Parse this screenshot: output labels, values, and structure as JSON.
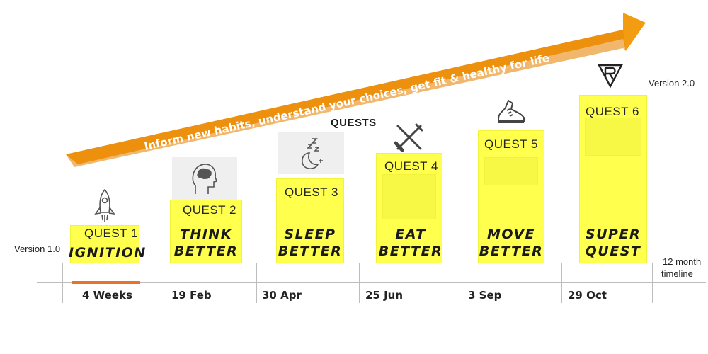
{
  "banner": {
    "text": "Inform new habits, understand your choices, get fit & healthy for life",
    "color": "#f39c12"
  },
  "heading": "QUESTS",
  "versions": {
    "start": "Version 1.0",
    "end": "Version 2.0"
  },
  "timeline_label": {
    "line1": "12 month",
    "line2": "timeline"
  },
  "accent_colors": {
    "sticky": "#ffff4d",
    "duration_bar": "#e8722a",
    "axis": "#bdbdbd"
  },
  "quests": [
    {
      "label": "QUEST 1",
      "line1": "IGNITION",
      "line2": "",
      "icon": "rocket-icon",
      "date": "4 Weeks"
    },
    {
      "label": "QUEST 2",
      "line1": "THINK",
      "line2": "BETTER",
      "icon": "brain-head-icon",
      "date": "19 Feb"
    },
    {
      "label": "QUEST 3",
      "line1": "SLEEP",
      "line2": "BETTER",
      "icon": "moon-sleep-icon",
      "date": "30 Apr"
    },
    {
      "label": "QUEST 4",
      "line1": "EAT",
      "line2": "BETTER",
      "icon": "fork-knife-icon",
      "date": "25 Jun"
    },
    {
      "label": "QUEST 5",
      "line1": "MOVE",
      "line2": "BETTER",
      "icon": "running-shoe-icon",
      "date": "3 Sep"
    },
    {
      "label": "QUEST 6",
      "line1": "SUPER",
      "line2": "QUEST",
      "icon": "brand-logo-icon",
      "date": "29 Oct"
    }
  ]
}
